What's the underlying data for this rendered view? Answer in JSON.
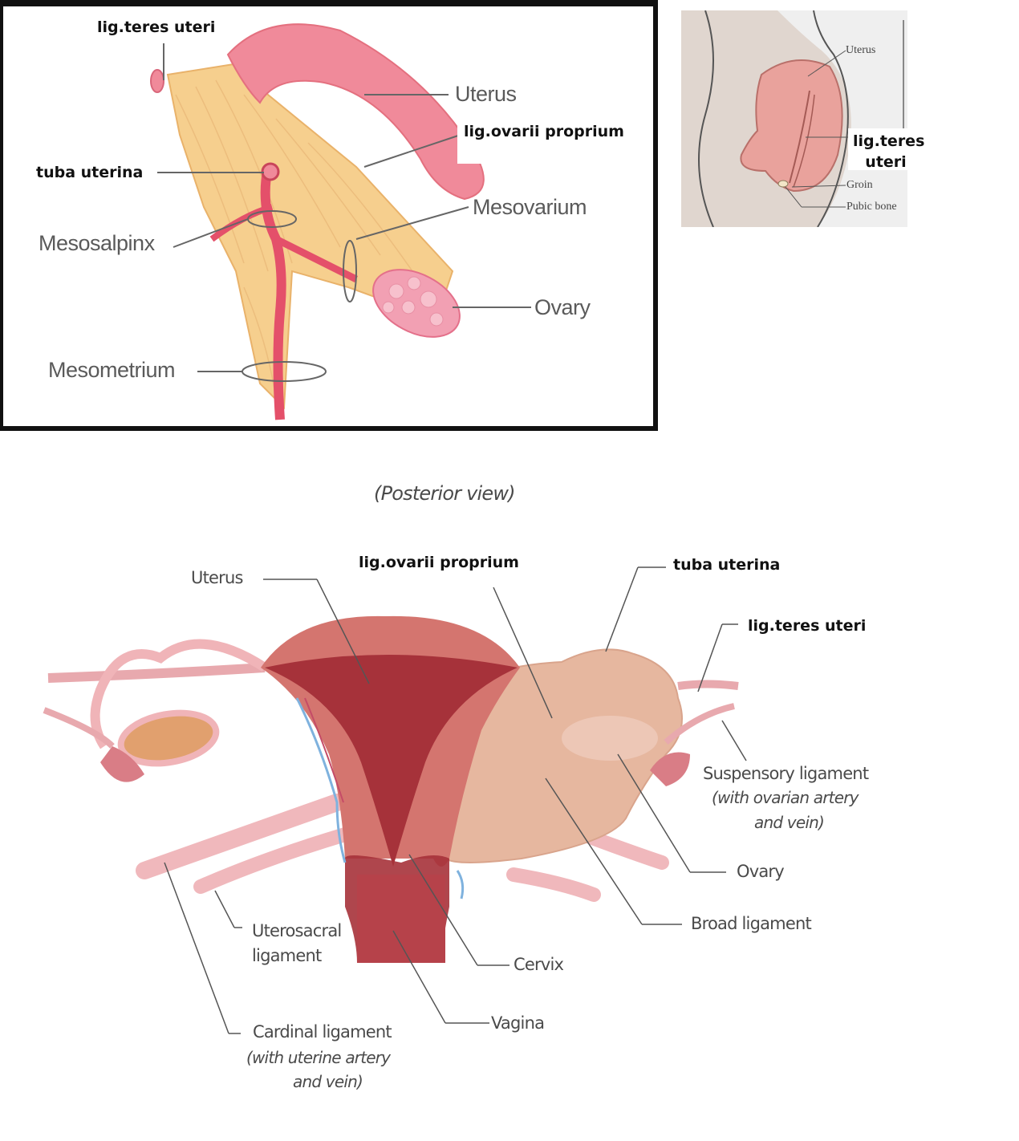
{
  "panel_a": {
    "labels": {
      "lig_teres_uteri": "lig.teres uteri",
      "uterus": "Uterus",
      "lig_ovarii_proprium": "lig.ovarii proprium",
      "tuba_uterina": "tuba uterina",
      "mesovarium": "Mesovarium",
      "mesosalpinx": "Mesosalpinx",
      "ovary": "Ovary",
      "mesometrium": "Mesometrium"
    }
  },
  "panel_b": {
    "labels": {
      "uterus": "Uterus",
      "lig_teres_line1": "lig.teres",
      "lig_teres_line2": "uteri",
      "groin": "Groin",
      "pubic_bone": "Pubic bone"
    }
  },
  "panel_c": {
    "title": "(Posterior view)",
    "labels": {
      "uterus": "Uterus",
      "lig_ovarii_proprium": "lig.ovarii proprium",
      "tuba_uterina": "tuba uterina",
      "lig_teres_uteri": "lig.teres uteri",
      "suspensory_ligament": "Suspensory ligament",
      "suspensory_sub1": "(with ovarian artery",
      "suspensory_sub2": "and vein)",
      "ovary": "Ovary",
      "broad_ligament": "Broad ligament",
      "uterosacral_1": "Uterosacral",
      "uterosacral_2": "ligament",
      "cervix": "Cervix",
      "vagina": "Vagina",
      "cardinal_1": "Cardinal ligament",
      "cardinal_2": "(with  uterine artery",
      "cardinal_3": "and vein)"
    }
  },
  "colors": {
    "tissue_pink": "#e97b8c",
    "ligament_yellow": "#f6cf8e",
    "uterus_red": "#b5454b",
    "broad_ligament_tan": "#e6b79f",
    "leader_line": "#555555"
  }
}
